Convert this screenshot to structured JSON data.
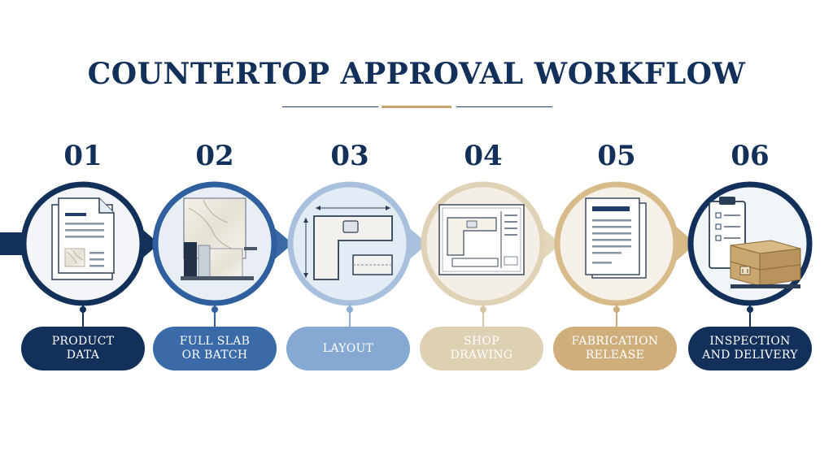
{
  "title": "COUNTERTOP APPROVAL WORKFLOW",
  "steps": [
    {
      "number": "01",
      "label": "PRODUCT\nDATA",
      "icon": "document-with-marble-swatch-icon",
      "ring_color": "#12305a",
      "pill_color": "#12305a",
      "text_color": "#ffffff"
    },
    {
      "number": "02",
      "label": "FULL SLAB\nOR BATCH",
      "icon": "slab-rack-icon",
      "ring_color": "#2f5f9e",
      "pill_color": "#3b6aa9",
      "text_color": "#ffffff"
    },
    {
      "number": "03",
      "label": "LAYOUT",
      "icon": "l-shaped-layout-plan-icon",
      "ring_color": "#7fa3cf",
      "pill_color": "#86a9d3",
      "text_color": "#ffffff"
    },
    {
      "number": "04",
      "label": "SHOP\nDRAWING",
      "icon": "blueprint-drawing-icon",
      "ring_color": "#d8c6a2",
      "pill_color": "#ded0b3",
      "text_color": "#ffffff"
    },
    {
      "number": "05",
      "label": "FABRICATION\nRELEASE",
      "icon": "release-document-icon",
      "ring_color": "#d2b07a",
      "pill_color": "#cfae7c",
      "text_color": "#ffffff"
    },
    {
      "number": "06",
      "label": "INSPECTION\nAND DELIVERY",
      "icon": "clipboard-and-crate-icon",
      "ring_color": "#12305a",
      "pill_color": "#12305a",
      "text_color": "#ffffff"
    }
  ]
}
